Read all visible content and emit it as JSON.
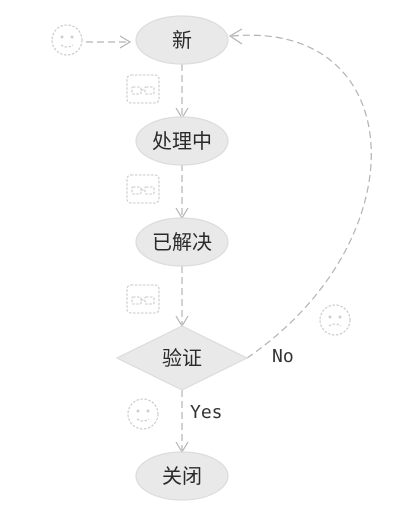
{
  "diagram": {
    "nodes": {
      "new": {
        "label": "新"
      },
      "processing": {
        "label": "处理中"
      },
      "resolved": {
        "label": "已解决"
      },
      "verify": {
        "label": "验证"
      },
      "closed": {
        "label": "关闭"
      }
    },
    "edges": {
      "verify_no": {
        "label": "No"
      },
      "verify_yes": {
        "label": "Yes"
      }
    },
    "icons": [
      "face-icon",
      "glasses-icon",
      "glasses-icon",
      "glasses-icon",
      "face-icon",
      "face-icon"
    ],
    "colors": {
      "node_fill": "#e9e9e9",
      "edge": "#b3b3b3",
      "text": "#2a2a2a"
    }
  }
}
